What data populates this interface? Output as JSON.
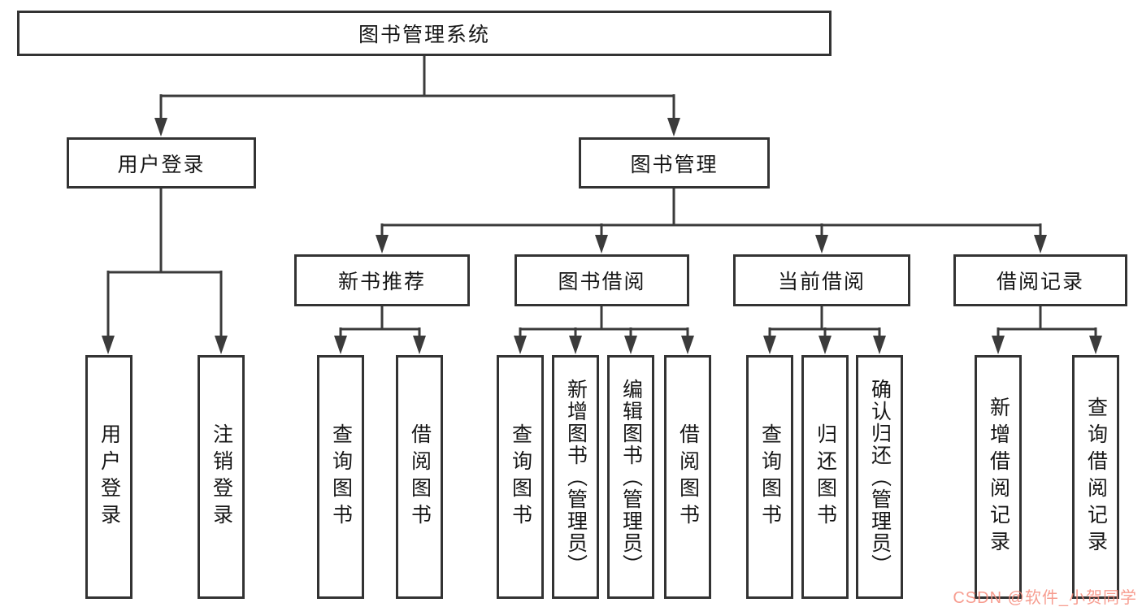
{
  "tree": {
    "root": {
      "label": "图书管理系统",
      "children": [
        {
          "label": "用户登录",
          "children": [
            {
              "label": "用户登录"
            },
            {
              "label": "注销登录"
            }
          ]
        },
        {
          "label": "图书管理",
          "children": [
            {
              "label": "新书推荐",
              "children": [
                {
                  "label": "查询图书"
                },
                {
                  "label": "借阅图书"
                }
              ]
            },
            {
              "label": "图书借阅",
              "children": [
                {
                  "label": "查询图书"
                },
                {
                  "label": "新增图书（管理员）"
                },
                {
                  "label": "编辑图书（管理员）"
                },
                {
                  "label": "借阅图书"
                }
              ]
            },
            {
              "label": "当前借阅",
              "children": [
                {
                  "label": "查询图书"
                },
                {
                  "label": "归还图书"
                },
                {
                  "label": "确认归还（管理员）"
                }
              ]
            },
            {
              "label": "借阅记录",
              "children": [
                {
                  "label": "新增借阅记录"
                },
                {
                  "label": "查询借阅记录"
                }
              ]
            }
          ]
        }
      ]
    }
  },
  "watermark": {
    "text": "CSDN @软件_小贺同学"
  },
  "colors": {
    "line": "#3b3b3b",
    "box_border": "#333333",
    "text": "#161616",
    "watermark": "#f68c7d",
    "background": "#ffffff"
  }
}
